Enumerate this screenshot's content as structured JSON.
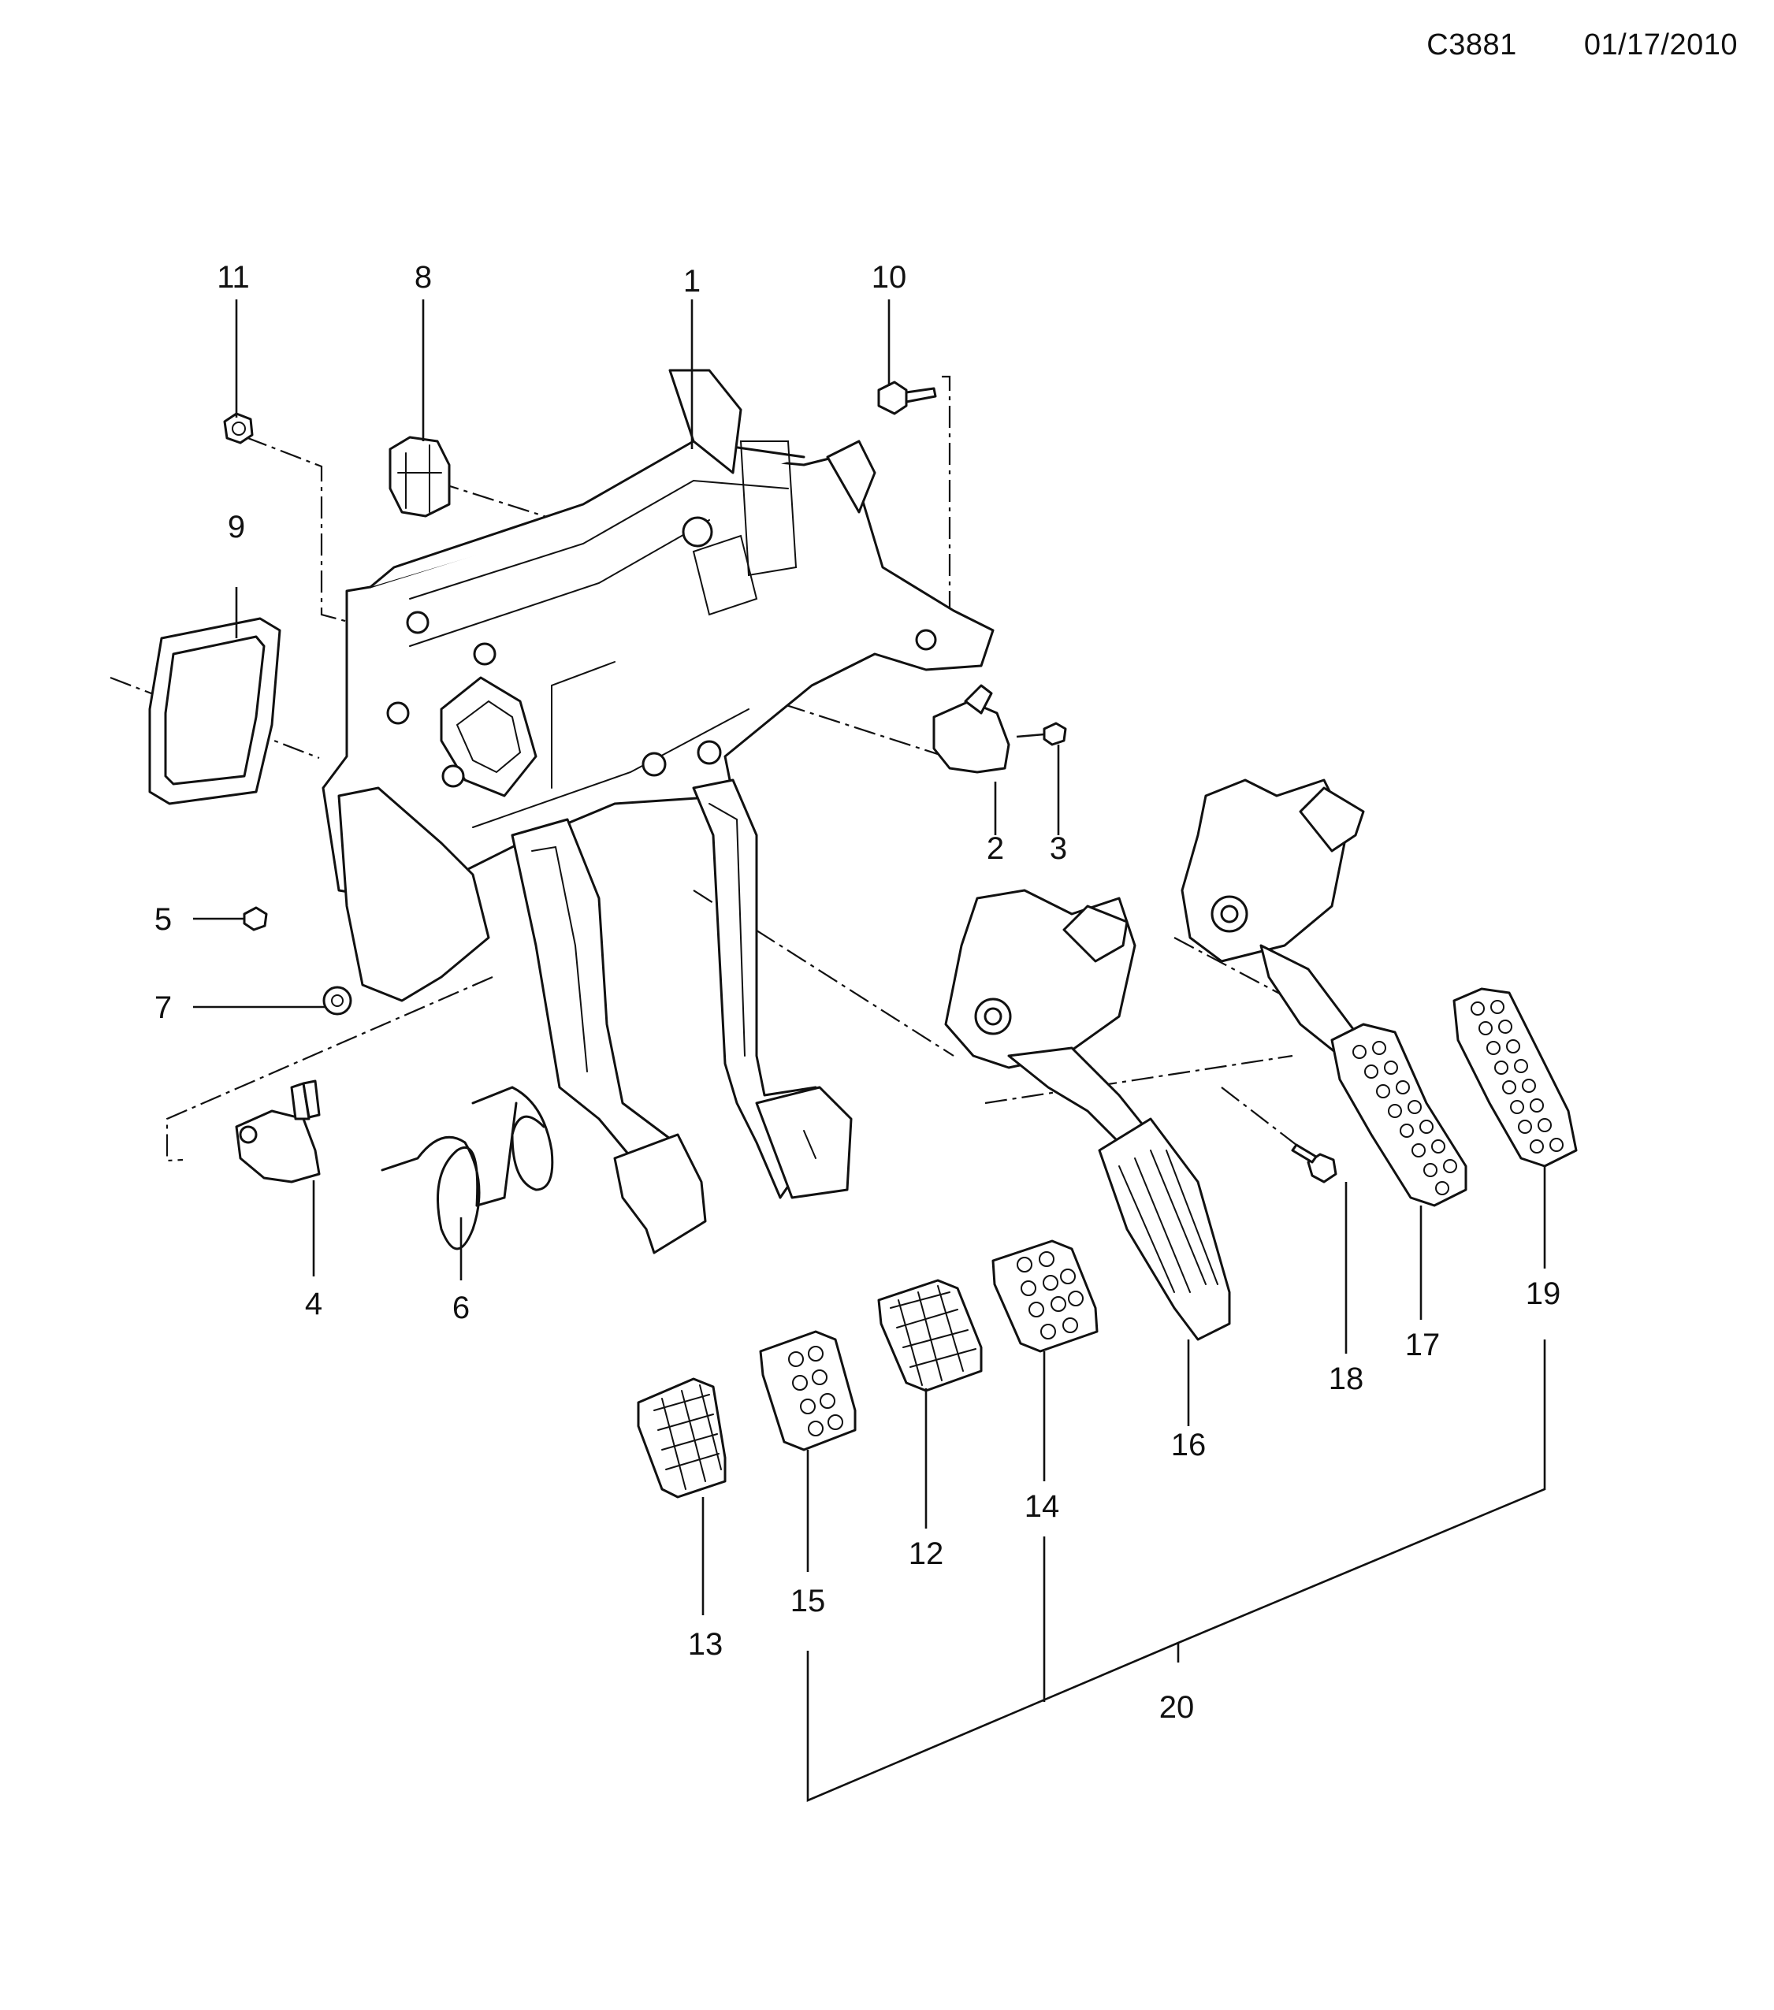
{
  "header": {
    "code": "C3881",
    "date": "01/17/2010"
  },
  "callouts": [
    "1",
    "2",
    "3",
    "4",
    "5",
    "6",
    "7",
    "8",
    "9",
    "10",
    "11",
    "12",
    "13",
    "14",
    "15",
    "16",
    "17",
    "18",
    "19",
    "20"
  ]
}
